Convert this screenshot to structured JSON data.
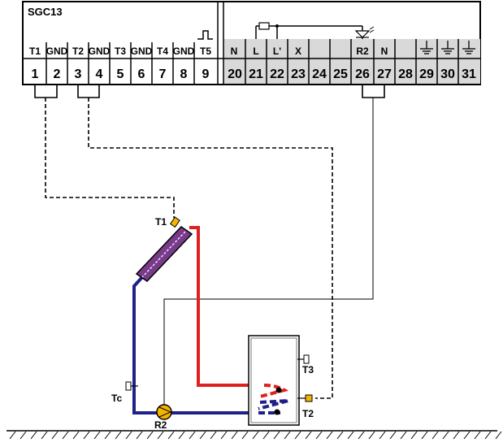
{
  "controller": {
    "model": "SGC13",
    "left_ports": [
      "T1",
      "GND",
      "T2",
      "GND",
      "T3",
      "GND",
      "T4",
      "GND",
      "T5"
    ],
    "left_terminals": [
      "1",
      "2",
      "3",
      "4",
      "5",
      "6",
      "7",
      "8",
      "9"
    ],
    "right_ports": [
      "N",
      "L",
      "L'",
      "X",
      "",
      "",
      "R2",
      "N",
      "",
      "",
      ""
    ],
    "right_terminals": [
      "20",
      "21",
      "22",
      "23",
      "24",
      "25",
      "26",
      "27",
      "28",
      "29",
      "30",
      "31"
    ]
  },
  "diagram": {
    "collector_sensor": "T1",
    "collector_return_sensor": "Tc",
    "pump": "R2",
    "tank_upper_sensor": "T3",
    "tank_lower_sensor": "T2"
  },
  "colors": {
    "hot_pipe": "#e02020",
    "cold_pipe": "#20208a",
    "collector_fill": "#7a3a8a",
    "pump_fill": "#f4b400",
    "sensor_fill": "#f4b400",
    "terminal_right_bg": "#d9d9d9"
  }
}
